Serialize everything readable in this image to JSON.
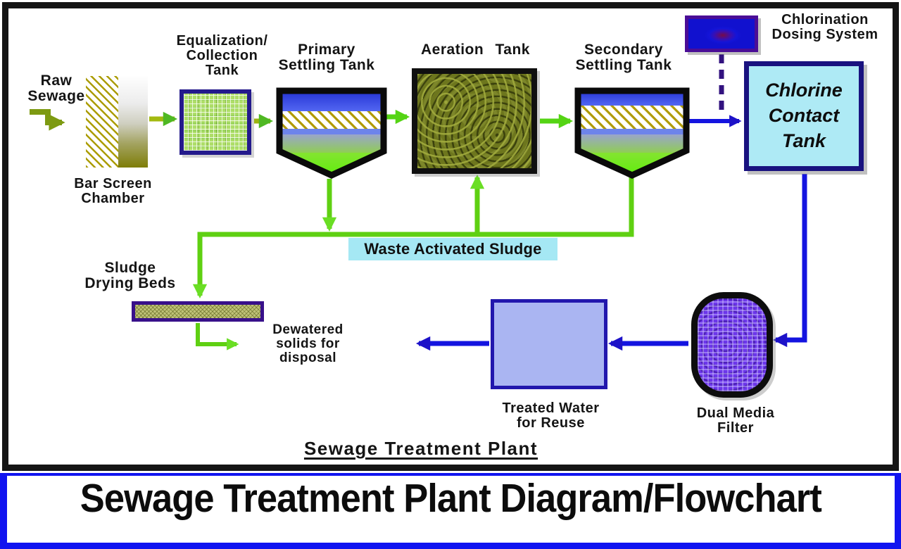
{
  "banner": {
    "title": "Sewage Treatment Plant Diagram/Flowchart"
  },
  "diagram": {
    "caption": "Sewage Treatment Plant",
    "nodes": {
      "raw_sewage": "Raw\nSewage",
      "bar_screen": "Bar Screen\nChamber",
      "equalization_tank": "Equalization/\nCollection\nTank",
      "primary_settling_tank": "Primary\nSettling Tank",
      "aeration_tank": "Aeration Tank",
      "secondary_settling_tank": "Secondary\nSettling Tank",
      "chlorination_dosing_system": "Chlorination\nDosing System",
      "chlorine_contact_tank": "Chlorine\nContact\nTank",
      "waste_activated_sludge": "Waste Activated Sludge",
      "sludge_drying_beds": "Sludge\nDrying Beds",
      "dewatered_solids": "Dewatered\nsolids for\ndisposal",
      "treated_water": "Treated Water\nfor Reuse",
      "dual_media_filter": "Dual Media\nFilter"
    },
    "colors": {
      "flow_lime": "#55d414",
      "flow_sludge_green": "#5fd012",
      "flow_olive": "#7d9a12",
      "flow_yellow_green": "#a3ba10",
      "flow_blue": "#1414e0",
      "dashed_violet": "#32127f",
      "chlorine_tank_fill": "#aeeaf5",
      "treated_water_fill": "#aab5f2",
      "was_label_bg": "#a5e8f4",
      "dosing_box_fill": "#1414d6",
      "filter_purple": "#6c36ea",
      "aeration_olive": "#6d761d",
      "equalization_green": "#aede68",
      "navy_border": "#19127f",
      "banner_border_blue": "#1114f0"
    }
  }
}
